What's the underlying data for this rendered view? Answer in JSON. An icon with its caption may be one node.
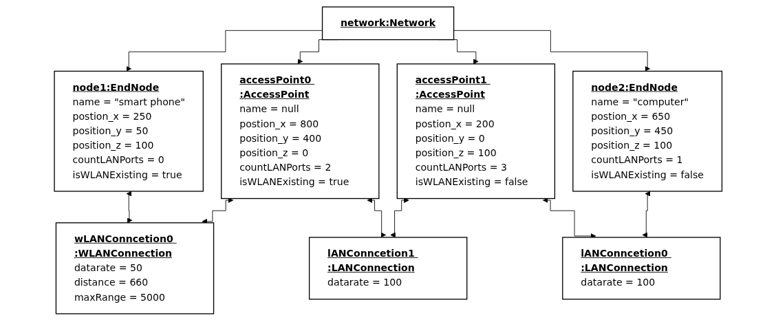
{
  "diagram": {
    "nodes": [
      {
        "text": [
          "network:Network"
        ]
      },
      {
        "text": [
          "node1:EndNode",
          "name = \"smart phone\"",
          "postion_x = 250",
          "position_y = 50",
          "position_z = 100",
          "countLANPorts = 0",
          "isWLANExisting = true"
        ]
      },
      {
        "text": [
          "accessPoint0 :AccessPoint",
          "name = null",
          "postion_x = 800",
          "position_y = 400",
          "position_z = 0",
          "countLANPorts = 2",
          "isWLANExisting = true"
        ]
      },
      {
        "text": [
          "accessPoint1 :AccessPoint",
          "name = null",
          "postion_x = 200",
          "position_y = 0",
          "position_z = 100",
          "countLANPorts = 3",
          "isWLANExisting = false"
        ]
      },
      {
        "text": [
          "node2:EndNode",
          "name = \"computer\"",
          "postion_x = 650",
          "position_y = 450",
          "position_z = 100",
          "countLANPorts = 1",
          "isWLANExisting = false"
        ]
      },
      {
        "text": [
          "wLANConncetion0 :WLANConnection",
          "datarate = 50",
          "distance = 660",
          "maxRange = 5000"
        ]
      },
      {
        "text": [
          "lANConncetion1 :LANConnection",
          "datarate = 100"
        ]
      },
      {
        "text": [
          "lANConncetion0 :LANConnection",
          "datarate = 100"
        ]
      }
    ],
    "edges": [
      {
        "from": 0,
        "to": 1,
        "arrow": "to"
      },
      {
        "from": 0,
        "to": 2,
        "arrow": "to"
      },
      {
        "from": 0,
        "to": 3,
        "arrow": "to"
      },
      {
        "from": 0,
        "to": 4,
        "arrow": "to"
      },
      {
        "from": 1,
        "to": 5,
        "arrow": "both"
      },
      {
        "from": 2,
        "to": 5,
        "arrow": "both"
      },
      {
        "from": 2,
        "to": 6,
        "arrow": "both"
      },
      {
        "from": 3,
        "to": 6,
        "arrow": "both"
      },
      {
        "from": 3,
        "to": 7,
        "arrow": "both"
      },
      {
        "from": 4,
        "to": 7,
        "arrow": "both"
      }
    ]
  }
}
